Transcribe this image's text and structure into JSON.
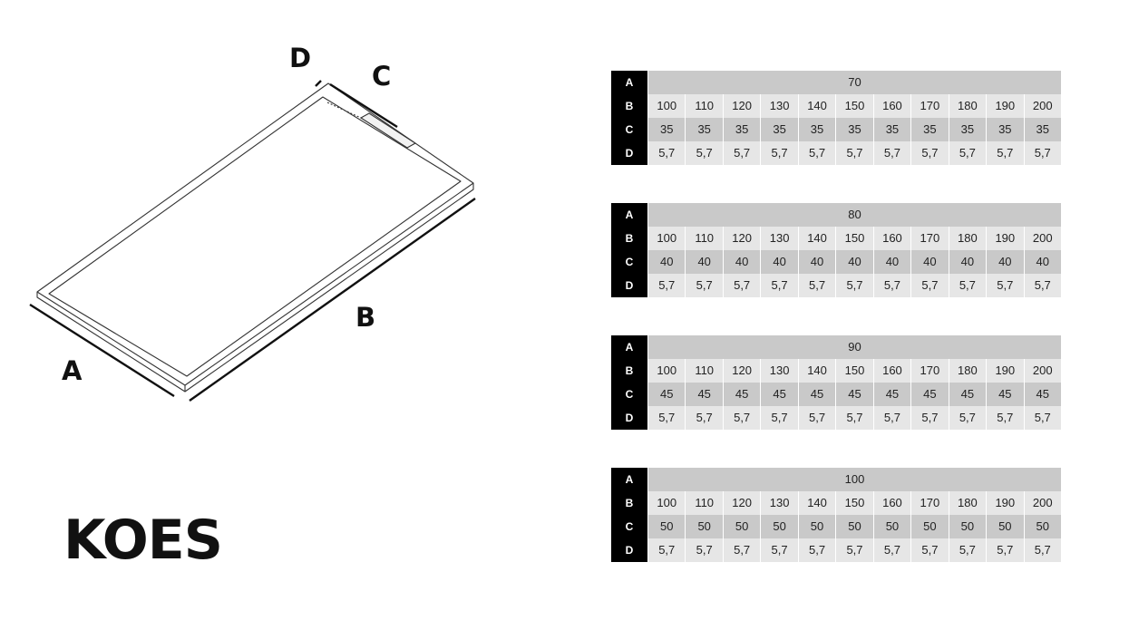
{
  "labels": {
    "a": "A",
    "b": "B",
    "c": "C",
    "d": "D"
  },
  "brand": {
    "logo": "KOES"
  },
  "row_headers": [
    "A",
    "B",
    "C",
    "D"
  ],
  "tables": [
    {
      "a": "70",
      "b": [
        "100",
        "110",
        "120",
        "130",
        "140",
        "150",
        "160",
        "170",
        "180",
        "190",
        "200"
      ],
      "c": [
        "35",
        "35",
        "35",
        "35",
        "35",
        "35",
        "35",
        "35",
        "35",
        "35",
        "35"
      ],
      "d": [
        "5,7",
        "5,7",
        "5,7",
        "5,7",
        "5,7",
        "5,7",
        "5,7",
        "5,7",
        "5,7",
        "5,7",
        "5,7"
      ]
    },
    {
      "a": "80",
      "b": [
        "100",
        "110",
        "120",
        "130",
        "140",
        "150",
        "160",
        "170",
        "180",
        "190",
        "200"
      ],
      "c": [
        "40",
        "40",
        "40",
        "40",
        "40",
        "40",
        "40",
        "40",
        "40",
        "40",
        "40"
      ],
      "d": [
        "5,7",
        "5,7",
        "5,7",
        "5,7",
        "5,7",
        "5,7",
        "5,7",
        "5,7",
        "5,7",
        "5,7",
        "5,7"
      ]
    },
    {
      "a": "90",
      "b": [
        "100",
        "110",
        "120",
        "130",
        "140",
        "150",
        "160",
        "170",
        "180",
        "190",
        "200"
      ],
      "c": [
        "45",
        "45",
        "45",
        "45",
        "45",
        "45",
        "45",
        "45",
        "45",
        "45",
        "45"
      ],
      "d": [
        "5,7",
        "5,7",
        "5,7",
        "5,7",
        "5,7",
        "5,7",
        "5,7",
        "5,7",
        "5,7",
        "5,7",
        "5,7"
      ]
    },
    {
      "a": "100",
      "b": [
        "100",
        "110",
        "120",
        "130",
        "140",
        "150",
        "160",
        "170",
        "180",
        "190",
        "200"
      ],
      "c": [
        "50",
        "50",
        "50",
        "50",
        "50",
        "50",
        "50",
        "50",
        "50",
        "50",
        "50"
      ],
      "d": [
        "5,7",
        "5,7",
        "5,7",
        "5,7",
        "5,7",
        "5,7",
        "5,7",
        "5,7",
        "5,7",
        "5,7",
        "5,7"
      ]
    }
  ]
}
